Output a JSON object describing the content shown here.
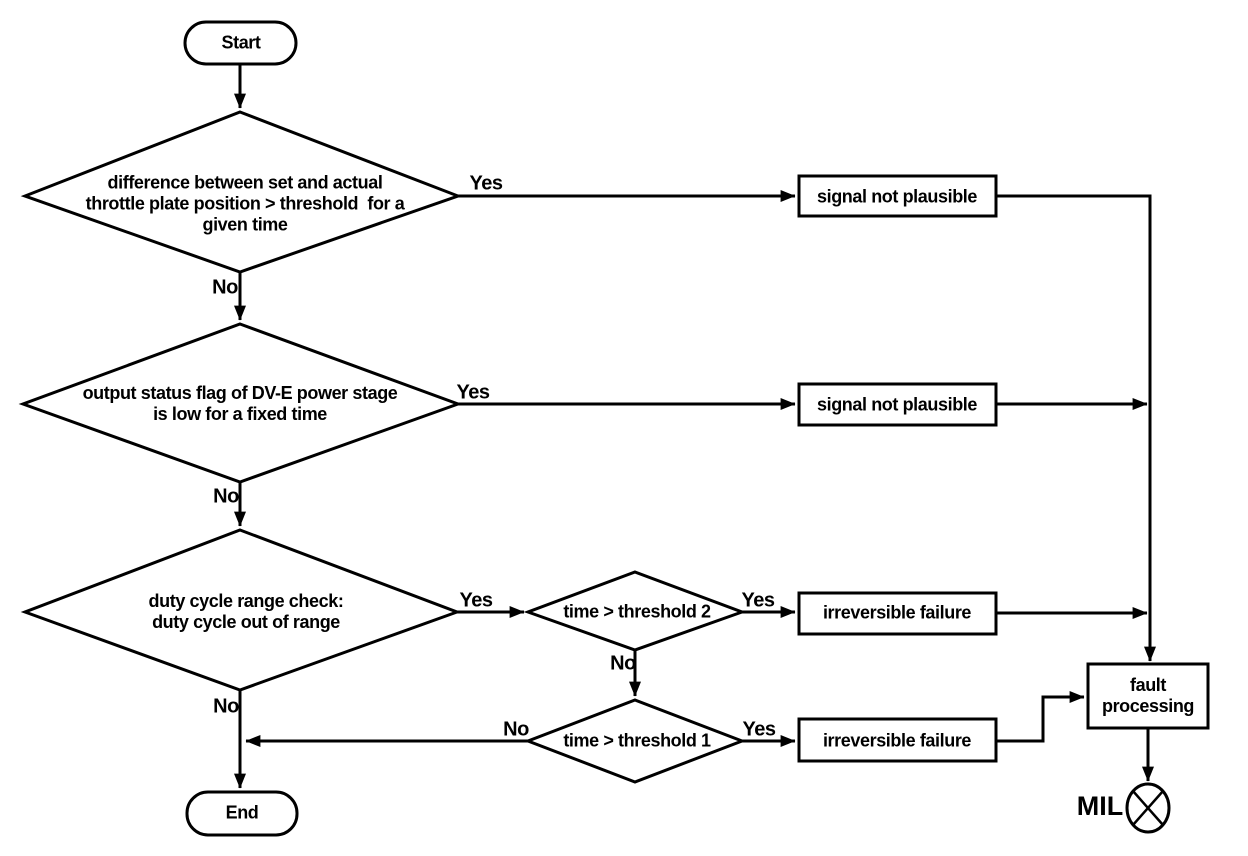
{
  "diagram": {
    "type": "flowchart",
    "background_color": "#ffffff",
    "stroke_color": "#000000",
    "nodes": {
      "start": "Start",
      "decision_throttle": "difference between set and actual\nthrottle plate position > threshold  for a\ngiven time",
      "signal_not_plausible_1": "signal not plausible",
      "decision_power_stage": "output status flag of DV-E power stage\nis low for a fixed time",
      "signal_not_plausible_2": "signal not plausible",
      "decision_duty_cycle": "duty cycle range check:\nduty cycle out of range",
      "decision_threshold_2": "time > threshold 2",
      "irreversible_failure_1": "irreversible failure",
      "decision_threshold_1": "time > threshold 1",
      "irreversible_failure_2": "irreversible failure",
      "fault_processing": "fault\nprocessing",
      "end": "End",
      "mil": "MIL"
    },
    "edge_labels": {
      "throttle_yes": "Yes",
      "throttle_no": "No",
      "power_stage_yes": "Yes",
      "power_stage_no": "No",
      "duty_cycle_yes": "Yes",
      "duty_cycle_no": "No",
      "threshold_2_yes": "Yes",
      "threshold_2_no": "No",
      "threshold_1_yes": "Yes",
      "threshold_1_no": "No"
    }
  }
}
